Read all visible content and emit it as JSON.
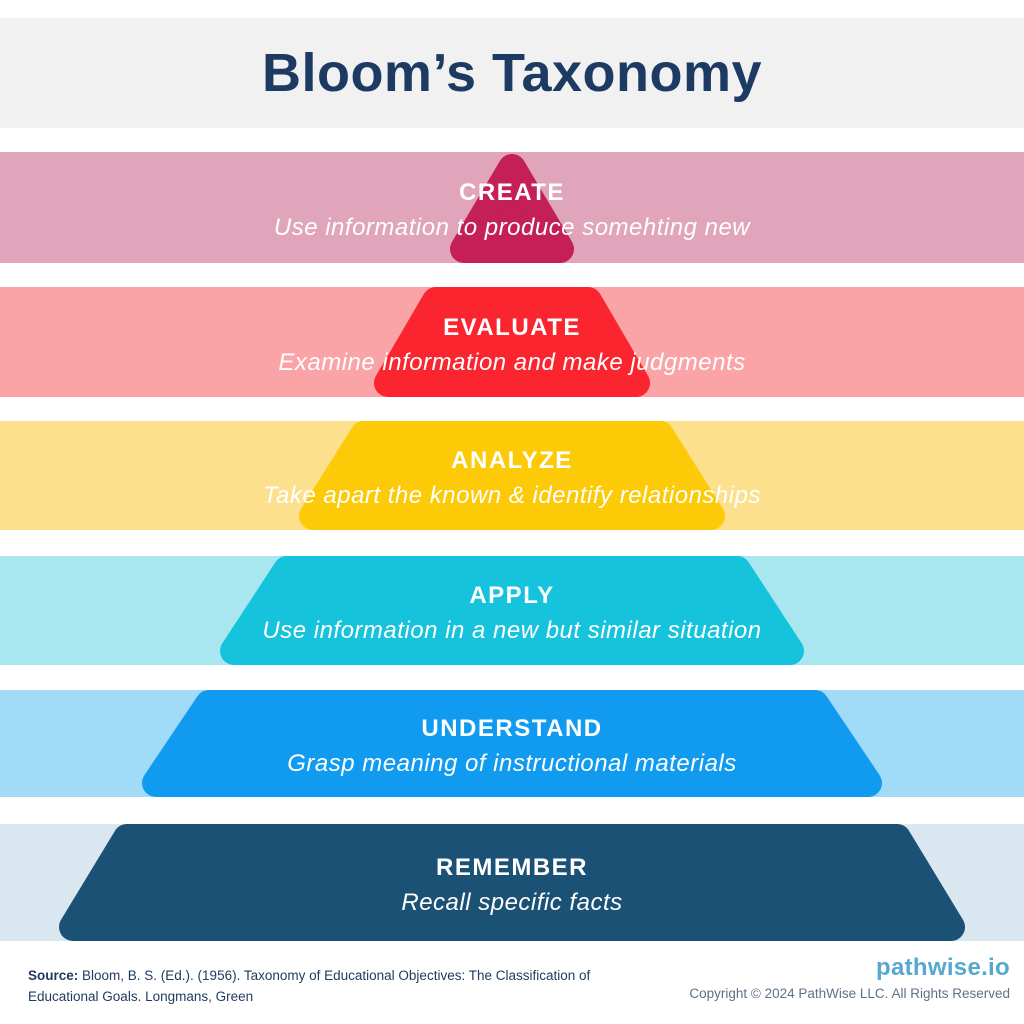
{
  "header": {
    "title": "Bloom’s Taxonomy",
    "title_color": "#1c3a62"
  },
  "levels": [
    {
      "name": "create",
      "title": "CREATE",
      "description": "Use information to produce somehting new",
      "band_color": "#e0a5ba",
      "shape_color": "#c41f57"
    },
    {
      "name": "evaluate",
      "title": "EVALUATE",
      "description": "Examine information and make judgments",
      "band_color": "#fba4a7",
      "shape_color": "#fb2530"
    },
    {
      "name": "analyze",
      "title": "ANALYZE",
      "description": "Take apart the known & identify relationships",
      "band_color": "#fce08e",
      "shape_color": "#fdca08"
    },
    {
      "name": "apply",
      "title": "APPLY",
      "description": "Use information in a new but similar situation",
      "band_color": "#a8e7ef",
      "shape_color": "#15c3dc"
    },
    {
      "name": "understand",
      "title": "UNDERSTAND",
      "description": "Grasp meaning of instructional materials",
      "band_color": "#a2dbf8",
      "shape_color": "#109bf0"
    },
    {
      "name": "remember",
      "title": "REMEMBER",
      "description": "Recall specific facts",
      "band_color": "#dbe7f0",
      "shape_color": "#1b5174"
    }
  ],
  "footer": {
    "source_label": "Source:",
    "source_text": " Bloom, B. S. (Ed.). (1956). Taxonomy of Educational Objectives: The Classification of Educational Goals. Longmans, Green",
    "brand": "pathwise.io",
    "brand_color": "#56a8cf",
    "copyright": "Copyright © 2024 PathWise LLC. All Rights Reserved"
  }
}
